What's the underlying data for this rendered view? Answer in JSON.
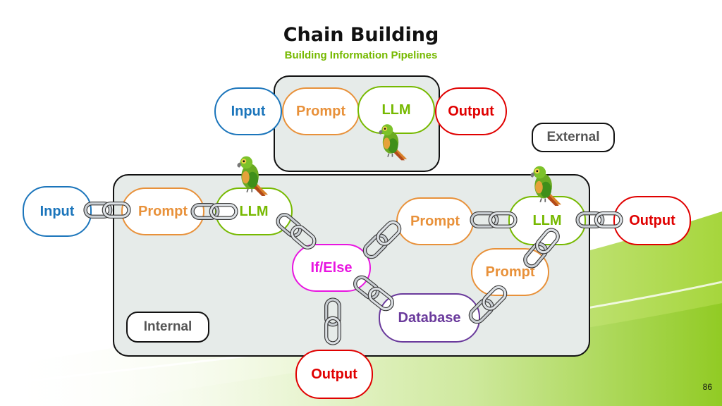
{
  "slide": {
    "title": "Chain Building",
    "subtitle": "Building Information Pipelines",
    "page_number": "86"
  },
  "top_chain": {
    "input": "Input",
    "prompt": "Prompt",
    "llm": "LLM",
    "output": "Output"
  },
  "labels": {
    "external": "External",
    "internal": "Internal"
  },
  "main_chain": {
    "input": "Input",
    "prompt_1": "Prompt",
    "llm_1": "LLM",
    "if_else": "If/Else",
    "output_bottom": "Output",
    "database": "Database",
    "prompt_2": "Prompt",
    "prompt_3": "Prompt",
    "llm_2": "LLM",
    "output_right": "Output"
  },
  "colors": {
    "input": "#1b75bb",
    "prompt": "#e8913a",
    "llm": "#76b900",
    "output": "#e00000",
    "if_else": "#e815e0",
    "database": "#6a3a9c",
    "accent": "#76b900"
  },
  "icons": [
    "parrot-icon",
    "chain-link-icon"
  ]
}
